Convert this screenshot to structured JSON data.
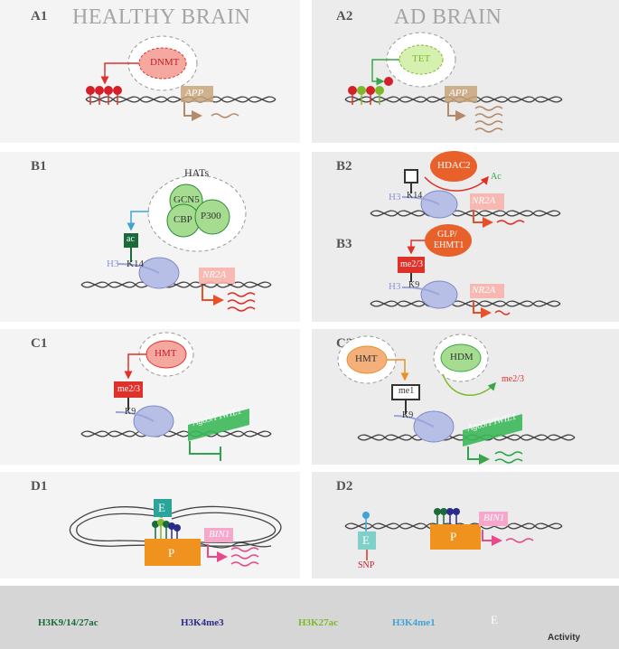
{
  "panels": {
    "a1": {
      "label": "A1",
      "title": "HEALTHY BRAIN",
      "enzyme": "DNMT",
      "gene": "APP"
    },
    "a2": {
      "label": "A2",
      "title": "AD BRAIN",
      "enzyme": "TET",
      "gene": "APP"
    },
    "b1": {
      "label": "B1",
      "hats": "HATs",
      "gcn5": "GCN5",
      "cbp": "CBP",
      "p300": "P300",
      "mark": "ac",
      "histone": "H3",
      "residue": "K14",
      "gene": "NR2A"
    },
    "b2": {
      "label": "B2",
      "enzyme": "HDAC2",
      "removed": "Ac",
      "histone": "H3",
      "residue": "K14",
      "gene": "NR2A"
    },
    "b3": {
      "label": "B3",
      "enzyme_line1": "GLP/",
      "enzyme_line2": "EHMT1",
      "mark": "me2/3",
      "histone": "H3",
      "residue": "K9",
      "gene": "NR2A"
    },
    "c1": {
      "label": "C1",
      "enzyme": "HMT",
      "mark": "me2/3",
      "residue": "K9",
      "gene": "Ago3/PIWIL1"
    },
    "c2": {
      "label": "C2",
      "enzyme1": "HMT",
      "enzyme2": "HDM",
      "removed": "me2/3",
      "mark": "me1",
      "residue": "K9",
      "gene": "Ago3/PIWIL1"
    },
    "d1": {
      "label": "D1",
      "enhancer": "E",
      "promoter": "P",
      "gene": "BIN1"
    },
    "d2": {
      "label": "D2",
      "enhancer": "E",
      "promoter": "P",
      "gene": "BIN1",
      "snp": "SNP"
    }
  },
  "legend": {
    "items": [
      {
        "label": "H3K9/14/27ac",
        "color": "#1b6b3a"
      },
      {
        "label": "H3K4me3",
        "color": "#2b2b8a"
      },
      {
        "label": "H3K27ac",
        "color": "#7cba2a"
      },
      {
        "label": "H3K4me1",
        "color": "#3fa3d6"
      }
    ],
    "enhancer": "E",
    "activity": "Activity"
  },
  "colors": {
    "dnmt": "#f4a8a0",
    "red": "#e0302a",
    "orange": "#e8602a",
    "tet": "#d6f0b0",
    "app": "#c8a47a",
    "nr2a": "#f7b2aa",
    "green_gene": "#3cb85a",
    "hmt": "#f3b07a",
    "hdm": "#a6dc8f",
    "bin1": "#f5a8cc",
    "promoter": "#f0921e",
    "enhancer": "#2aa59a"
  }
}
